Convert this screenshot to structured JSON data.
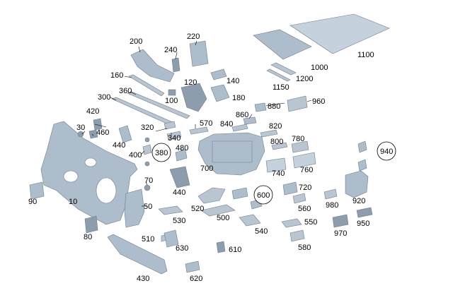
{
  "labels": {
    "l10": "10",
    "l30": "30",
    "l50": "50",
    "l70": "70",
    "l80": "80",
    "l90": "90",
    "l100": "100",
    "l120": "120",
    "l140": "140",
    "l160": "160",
    "l180": "180",
    "l200": "200",
    "l220": "220",
    "l240": "240",
    "l300": "300",
    "l320": "320",
    "l340": "340",
    "l360": "360",
    "l380": "380",
    "l400": "400",
    "l420": "420",
    "l430": "430",
    "l440a": "440",
    "l440b": "440",
    "l460": "460",
    "l480": "480",
    "l500": "500",
    "l510": "510",
    "l520": "520",
    "l530": "530",
    "l540": "540",
    "l550": "550",
    "l560": "560",
    "l570": "570",
    "l580": "580",
    "l600": "600",
    "l610": "610",
    "l620": "620",
    "l630": "630",
    "l700": "700",
    "l720": "720",
    "l740": "740",
    "l760": "760",
    "l780": "780",
    "l800": "800",
    "l820": "820",
    "l840": "840",
    "l860": "860",
    "l880": "880",
    "l920": "920",
    "l940": "940",
    "l950": "950",
    "l960": "960",
    "l970": "970",
    "l980": "980",
    "l1000": "1000",
    "l1100": "1100",
    "l1150": "1150",
    "l1200": "1200"
  }
}
